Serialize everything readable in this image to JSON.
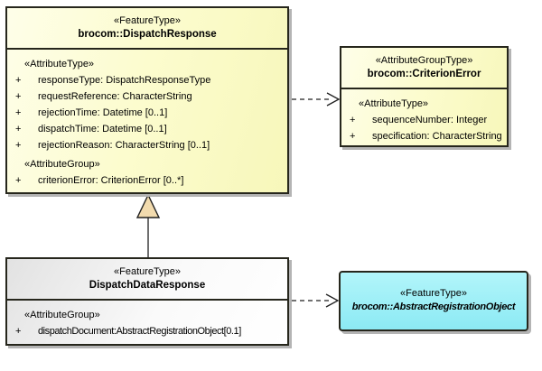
{
  "colors": {
    "background": "#FFFFFF",
    "yellow_fill_light": "#FEFEE9",
    "yellow_fill_dark": "#F7F7BA",
    "gray_fill_dark": "#E2E2E2",
    "gray_fill_light": "#FFFFFF",
    "cyan_fill_light": "#B2F5FA",
    "cyan_fill_dark": "#8CEAF4",
    "box_border": "#26261C",
    "box_shadow": "#B4B4B4",
    "generalization_triangle_fill": "#F2DBAE",
    "connector_stroke": "#1F1F1F"
  },
  "classes": {
    "dispatch_response": {
      "stereotype": "«FeatureType»",
      "name": "brocom::DispatchResponse",
      "sections": [
        {
          "heading": "«AttributeType»",
          "attributes": [
            {
              "visibility": "+",
              "text": "responseType: DispatchResponseType"
            },
            {
              "visibility": "+",
              "text": "requestReference: CharacterString"
            },
            {
              "visibility": "+",
              "text": "rejectionTime: Datetime [0..1]"
            },
            {
              "visibility": "+",
              "text": "dispatchTime: Datetime [0..1]"
            },
            {
              "visibility": "+",
              "text": "rejectionReason: CharacterString [0..1]"
            }
          ]
        },
        {
          "heading": "«AttributeGroup»",
          "attributes": [
            {
              "visibility": "+",
              "text": "criterionError: CriterionError [0..*]"
            }
          ]
        }
      ]
    },
    "criterion_error": {
      "stereotype": "«AttributeGroupType»",
      "name": "brocom::CriterionError",
      "sections": [
        {
          "heading": "«AttributeType»",
          "attributes": [
            {
              "visibility": "+",
              "text": "sequenceNumber: Integer"
            },
            {
              "visibility": "+",
              "text": "specification: CharacterString"
            }
          ]
        }
      ]
    },
    "dispatch_data_response": {
      "stereotype": "«FeatureType»",
      "name": "DispatchDataResponse",
      "sections": [
        {
          "heading": "«AttributeGroup»",
          "attributes": [
            {
              "visibility": "+",
              "text": "dispatchDocument:AbstractRegistrationObject[0.1]"
            }
          ]
        }
      ]
    },
    "abstract_registration_object": {
      "stereotype": "«FeatureType»",
      "name": "brocom::AbstractRegistrationObject"
    }
  },
  "connectors": [
    {
      "type": "dependency",
      "from": "brocom::DispatchResponse",
      "to": "brocom::CriterionError",
      "line": "dashed",
      "arrowhead": "open"
    },
    {
      "type": "generalization",
      "from": "DispatchDataResponse",
      "to": "brocom::DispatchResponse",
      "line": "solid",
      "arrowhead": "hollow-triangle"
    },
    {
      "type": "dependency",
      "from": "DispatchDataResponse",
      "to": "brocom::AbstractRegistrationObject",
      "line": "dashed",
      "arrowhead": "open"
    }
  ]
}
